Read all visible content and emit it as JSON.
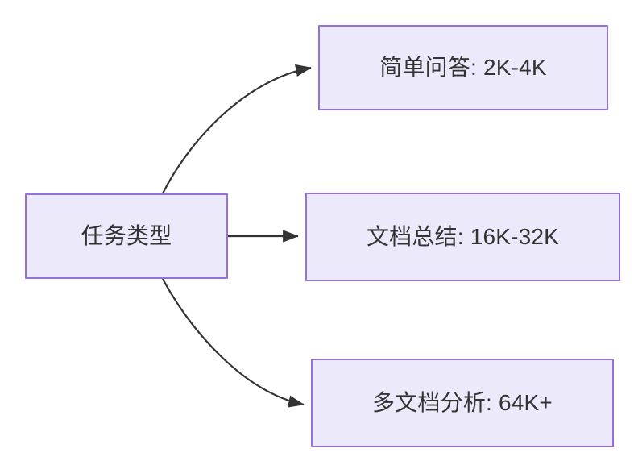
{
  "diagram": {
    "type": "flowchart",
    "direction": "left-to-right",
    "background_color": "#ffffff",
    "node_fill_color": "#ECE9FB",
    "node_border_color": "#9370DB",
    "node_text_color": "#333333",
    "edge_color": "#333333",
    "title": "",
    "source_node": {
      "id": "task-type",
      "label": "任务类型"
    },
    "target_nodes": [
      {
        "id": "simple-qa",
        "label": "简单问答: 2K-4K"
      },
      {
        "id": "doc-summary",
        "label": "文档总结: 16K-32K"
      },
      {
        "id": "multi-doc-analysis",
        "label": "多文档分析: 64K+"
      }
    ],
    "edges": [
      {
        "from": "task-type",
        "to": "simple-qa",
        "label": "",
        "style": "curved-arrow"
      },
      {
        "from": "task-type",
        "to": "doc-summary",
        "label": "",
        "style": "straight-arrow"
      },
      {
        "from": "task-type",
        "to": "multi-doc-analysis",
        "label": "",
        "style": "curved-arrow"
      }
    ]
  }
}
